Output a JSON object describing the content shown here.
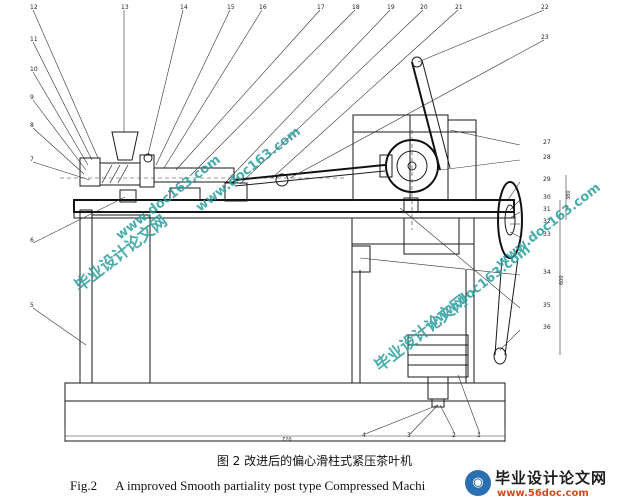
{
  "part_numbers": [
    "1",
    "2",
    "3",
    "4",
    "5",
    "6",
    "7",
    "8",
    "9",
    "10",
    "11",
    "12",
    "13",
    "14",
    "15",
    "16",
    "17",
    "18",
    "19",
    "20",
    "21",
    "22",
    "23",
    "27",
    "28",
    "29",
    "30",
    "31",
    "32",
    "33",
    "34",
    "35",
    "36"
  ],
  "dimensions": [
    "380",
    "600",
    "720"
  ],
  "caption": {
    "chinese": "图 2  改进后的偏心滑柱式紧压茶叶机",
    "figure_label": "Fig.2",
    "english": "A improved Smooth partiality post type Compressed Machi"
  },
  "watermarks": {
    "site_text": "毕业设计论文网",
    "site_url": "www.doc163.com",
    "corner_title": "毕业设计论文网",
    "corner_url": "www.56doc.com"
  },
  "colors": {
    "line": "#1a1a1a",
    "watermark_teal": "#2a9d9d",
    "corner_url": "#d24a1b",
    "corner_logo": "#2a6fb0"
  }
}
